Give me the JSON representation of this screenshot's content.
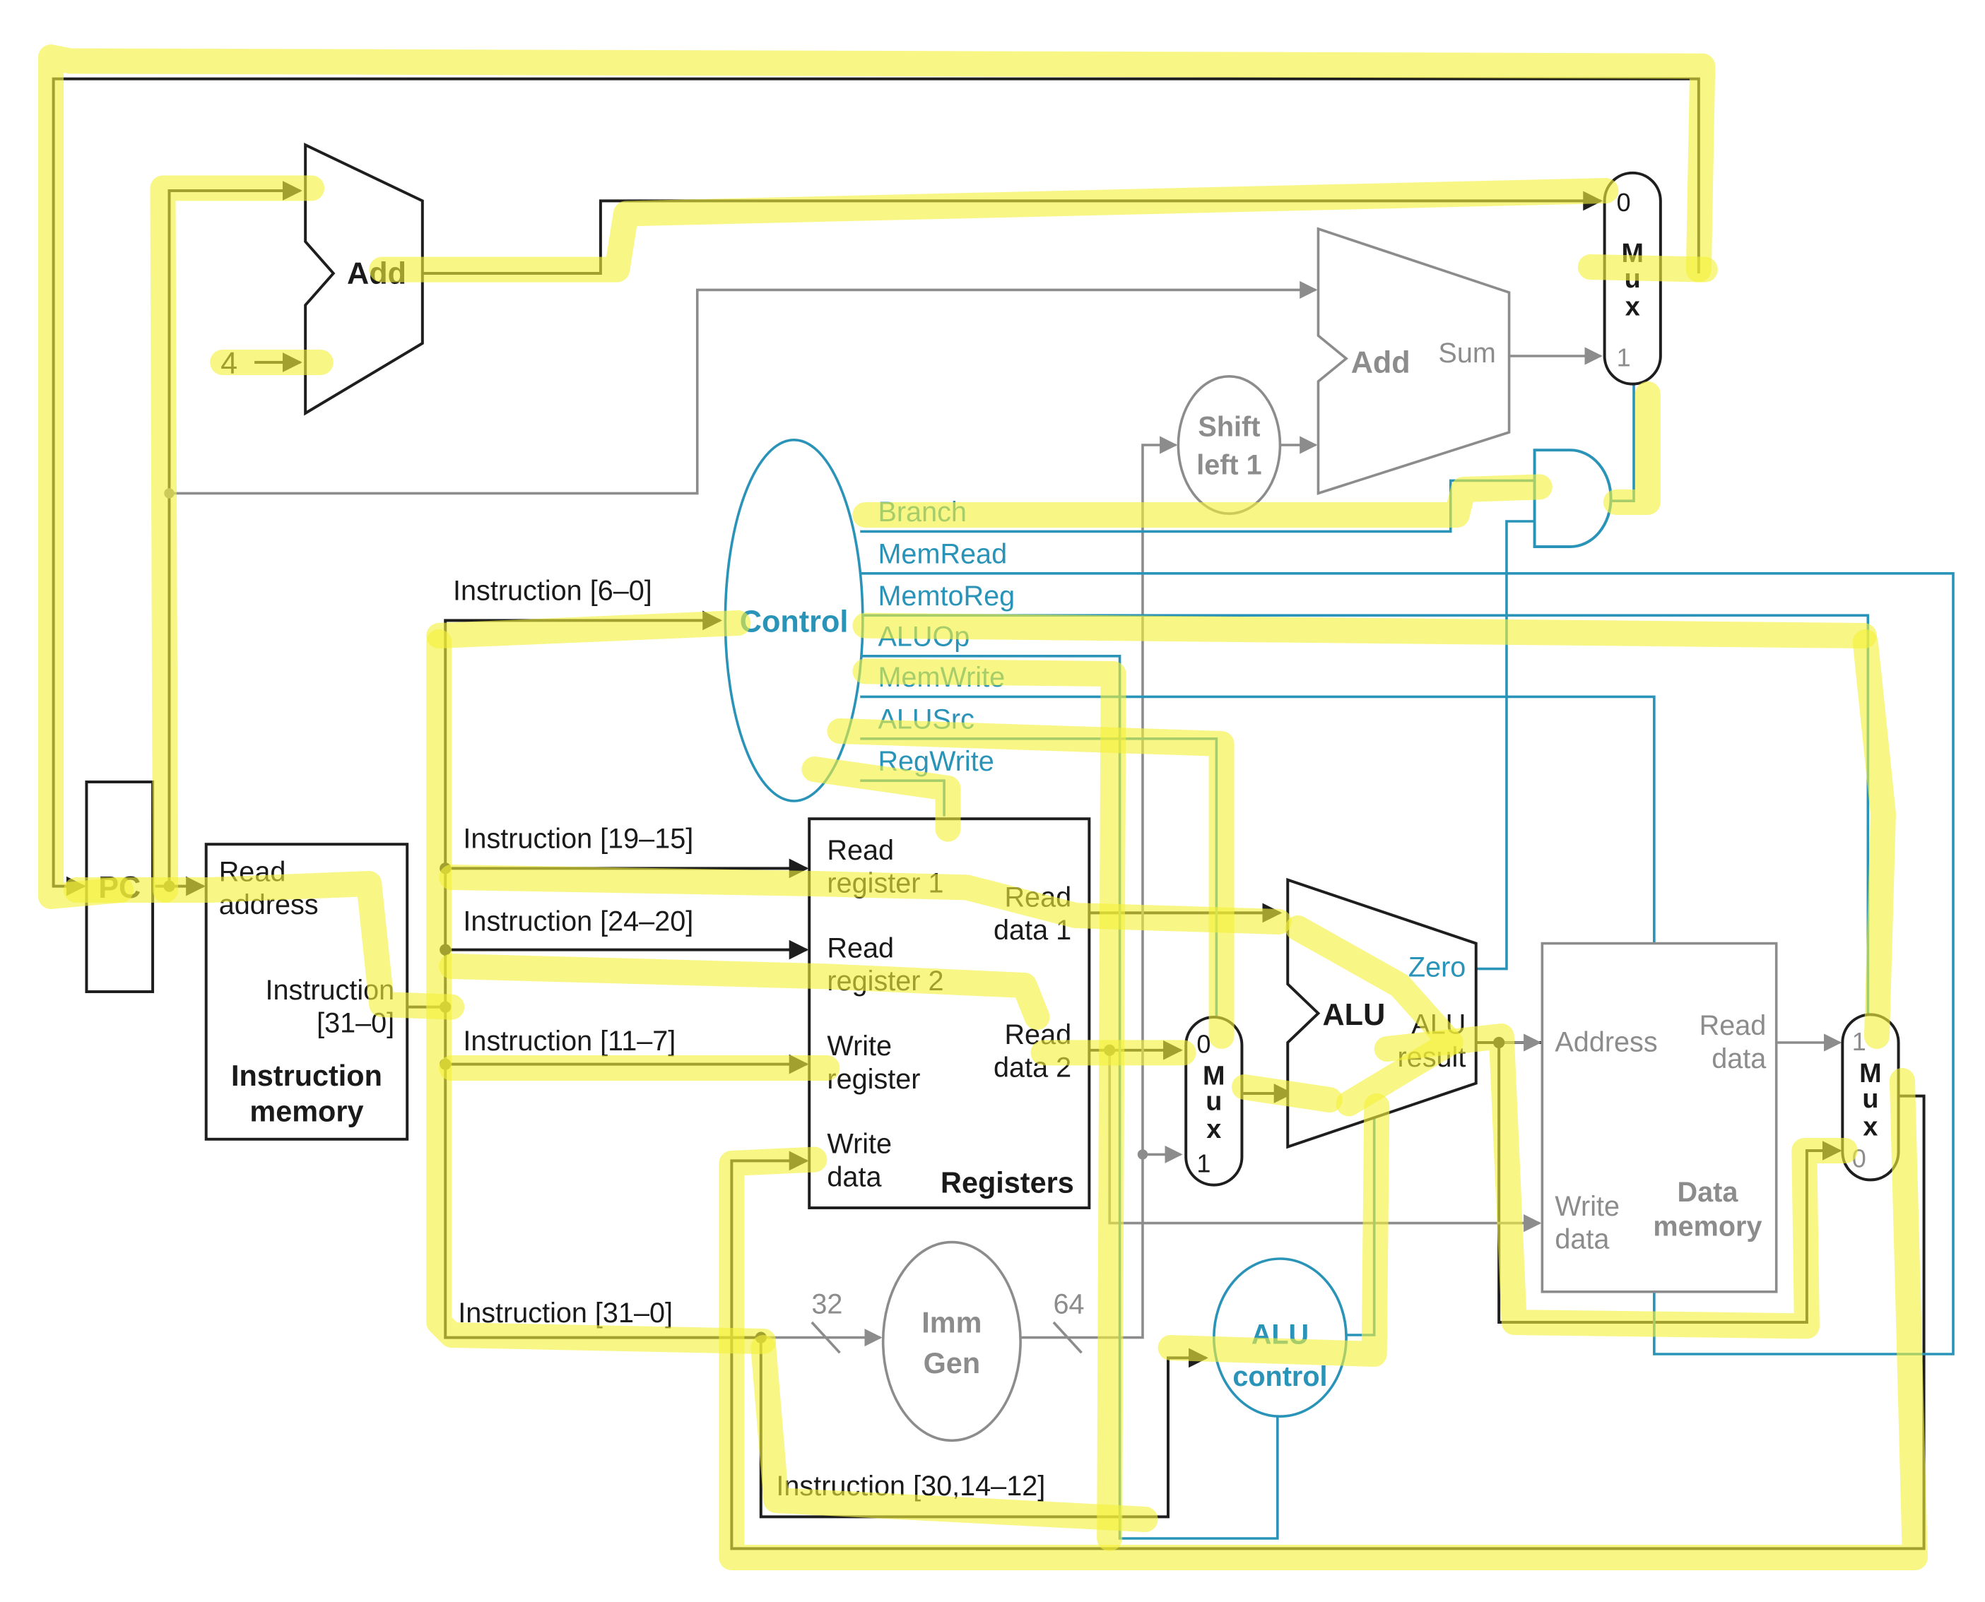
{
  "colors": {
    "wire_black": "#1e1e1e",
    "wire_gray": "#8c8c8c",
    "wire_blue": "#2a93b8",
    "highlight": "#f4f03a"
  },
  "pc": {
    "label": "PC"
  },
  "adder_pc": {
    "label": "Add",
    "constant": "4"
  },
  "adder_branch": {
    "label": "Add",
    "output": "Sum"
  },
  "shift": {
    "line1": "Shift",
    "line2": "left 1"
  },
  "mux_pc": {
    "in0": "0",
    "in1": "1",
    "l1": "M",
    "l2": "u",
    "l3": "x"
  },
  "mux_alu": {
    "in0": "0",
    "in1": "1",
    "l1": "M",
    "l2": "u",
    "l3": "x"
  },
  "mux_wb": {
    "in0": "0",
    "in1": "1",
    "l1": "M",
    "l2": "u",
    "l3": "x"
  },
  "control": {
    "label": "Control",
    "signals": [
      "Branch",
      "MemRead",
      "MemtoReg",
      "ALUOp",
      "MemWrite",
      "ALUSrc",
      "RegWrite"
    ]
  },
  "instr_mem": {
    "read_address_1": "Read",
    "read_address_2": "address",
    "instruction_1": "Instruction",
    "instruction_2": "[31–0]",
    "title_1": "Instruction",
    "title_2": "memory"
  },
  "fields": {
    "f6_0": "Instruction [6–0]",
    "f19_15": "Instruction [19–15]",
    "f24_20": "Instruction [24–20]",
    "f11_7": "Instruction [11–7]",
    "f31_0": "Instruction [31–0]",
    "f30_14_12": "Instruction [30,14–12]"
  },
  "registers": {
    "rr1_1": "Read",
    "rr1_2": "register 1",
    "rr2_1": "Read",
    "rr2_2": "register 2",
    "wr_1": "Write",
    "wr_2": "register",
    "wd_1": "Write",
    "wd_2": "data",
    "rd1_1": "Read",
    "rd1_2": "data 1",
    "rd2_1": "Read",
    "rd2_2": "data 2",
    "title": "Registers"
  },
  "alu": {
    "label": "ALU",
    "zero": "Zero",
    "result_1": "ALU",
    "result_2": "result"
  },
  "imm_gen": {
    "line1": "Imm",
    "line2": "Gen",
    "in_width": "32",
    "out_width": "64"
  },
  "alu_control": {
    "line1": "ALU",
    "line2": "control"
  },
  "data_mem": {
    "address": "Address",
    "read_1": "Read",
    "read_2": "data",
    "write_1": "Write",
    "write_2": "data",
    "title_1": "Data",
    "title_2": "memory"
  }
}
